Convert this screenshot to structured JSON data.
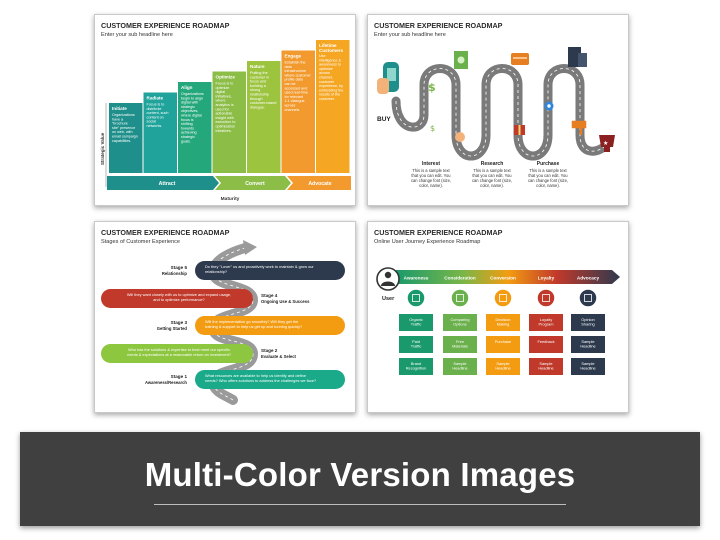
{
  "slide1": {
    "title": "CUSTOMER EXPERIENCE ROADMAP",
    "subtitle": "Enter your sub headline here",
    "side_label": "Strategic Value",
    "bottom_label": "Maturity",
    "steps": [
      {
        "name": "Initiate",
        "text": "Organizations have a \"brochure site\" presence on web, with email campaign capabilities.",
        "color": "#1e8f8a"
      },
      {
        "name": "Radiate",
        "text": "Focus is to distribute content, such content on social networks.",
        "color": "#1fa39a"
      },
      {
        "name": "Align",
        "text": "Organizations begin to align digital with strategic objectives, where digital focus is shifting towards achieving strategic goals.",
        "color": "#25a77c"
      },
      {
        "name": "Optimize",
        "text": "Focus is to optimize digital initiatives, where analytics is used for actionable insight with execution to optimization initiatives.",
        "color": "#8bbd47"
      },
      {
        "name": "Nature",
        "text": "Putting the customer in focus and building a strong relationship through customer-based dialogue.",
        "color": "#9dc43f"
      },
      {
        "name": "Engage",
        "text": "Establish the data infrastructure where customer profile data can be accessed and used real-time for relevant 1:1 dialogue across channels.",
        "color": "#f29a2e"
      },
      {
        "name": "Lifetime Customers",
        "text": "Use intelligence & awareness to optimize across channel, customer experience, by embedding the results of the customer.",
        "color": "#f5a623"
      }
    ],
    "phases": [
      "Attract",
      "Convert",
      "Advocate"
    ]
  },
  "slide2": {
    "title": "CUSTOMER EXPERIENCE ROADMAP",
    "subtitle": "Enter your sub headline here",
    "buy_label": "BUY",
    "columns": [
      {
        "title": "Interest",
        "text": "This is a sample text that you can edit. You can change font (size, color, name)."
      },
      {
        "title": "Research",
        "text": "This is a sample text that you can edit. You can change font (size, color, name)."
      },
      {
        "title": "Purchase",
        "text": "This is a sample text that you can edit. You can change font (size, color, name)."
      }
    ]
  },
  "slide3": {
    "title": "CUSTOMER EXPERIENCE ROADMAP",
    "subtitle": "Stages of Customer Experience",
    "stages": [
      {
        "label": "Stage 5",
        "name": "Relationship",
        "text": "Do they \"Lover\" us and proactively work to maintain & grow our relationship?",
        "color": "#2d3a4e"
      },
      {
        "label": "Stage 4",
        "name": "Ongoing Use & Success",
        "text": "Will they want closely with us to optimize and expand usage, and to optimize performance?",
        "color": "#c0392b"
      },
      {
        "label": "Stage 3",
        "name": "Getting Started",
        "text": "Will the implementation go smoothly? Will they get the training & support to help us get up and running quickly?",
        "color": "#f39c12"
      },
      {
        "label": "Stage 2",
        "name": "Evaluate & Select",
        "text": "Who has the solutions & expertise to best meet our specific needs & expectations at a reasonable return on investment?",
        "color": "#8dc63f"
      },
      {
        "label": "Stage 1",
        "name": "Awareness/Research",
        "text": "What resources are available to help us identify and define needs? Who offers solutions to address the challenges we face?",
        "color": "#1aaa8a"
      }
    ]
  },
  "slide4": {
    "title": "CUSTOMER EXPERIENCE ROADMAP",
    "subtitle": "Online User Journey Experience Roadmap",
    "user_label": "User",
    "stages": [
      "Awareness",
      "Consideration",
      "Conversion",
      "Loyalty",
      "Advocacy"
    ],
    "stage_colors": [
      "#1a9a6c",
      "#6ab04c",
      "#f39c12",
      "#c0392b",
      "#2d3a4e"
    ],
    "cards": [
      [
        "Organic Traffic",
        "Paid Traffic",
        "Brand Recognition"
      ],
      [
        "Comparing Options",
        "Free Materials",
        "Sample Headline"
      ],
      [
        "Decision Making",
        "Purchase",
        "Sample Headline"
      ],
      [
        "Loyalty Program",
        "Feedback",
        "Sample Headline"
      ],
      [
        "Opinion Sharing",
        "Sample Headline",
        "Sample Headline"
      ]
    ]
  },
  "banner": {
    "text": "Multi-Color Version Images"
  }
}
